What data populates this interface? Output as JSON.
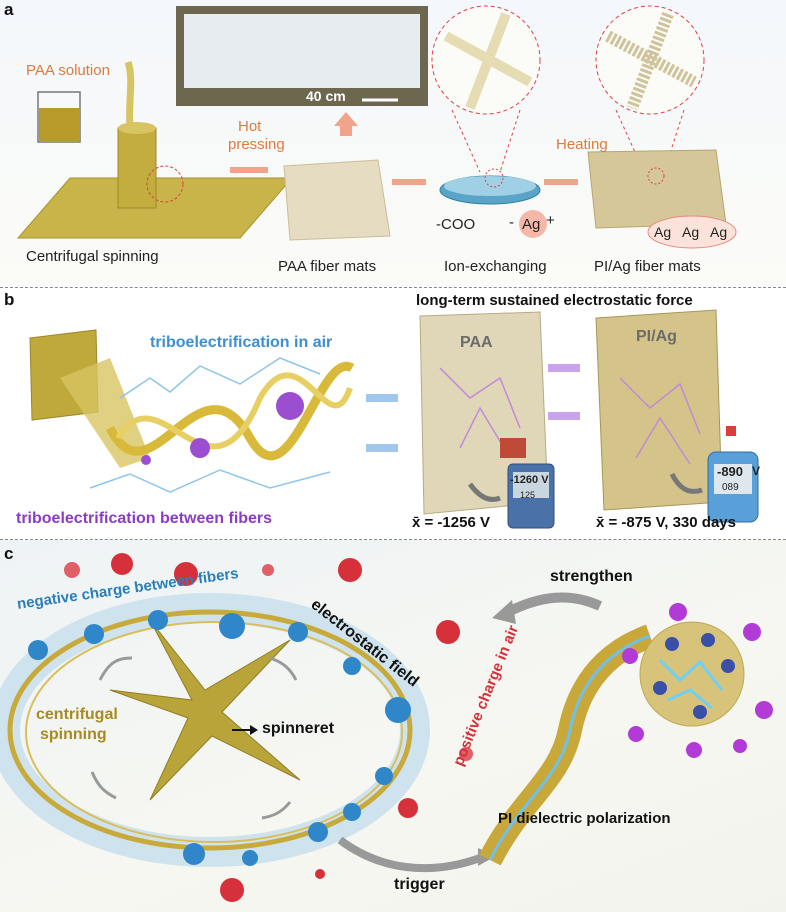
{
  "panel_a": {
    "label": "a",
    "paa_solution": "PAA solution",
    "centrifugal_spinning": "Centrifugal spinning",
    "scale_bar": "40 cm",
    "hot_pressing_1": "Hot",
    "hot_pressing_2": "pressing",
    "paa_fiber_mats": "PAA fiber mats",
    "coo": "-COO",
    "minus": "-",
    "ag_plus": "Ag",
    "plus": "+",
    "ion_exchanging": "Ion-exchanging",
    "heating": "Heating",
    "ag_1": "Ag",
    "ag_2": "Ag",
    "ag_3": "Ag",
    "pi_ag_fiber_mats": "PI/Ag fiber mats"
  },
  "panel_b": {
    "label": "b",
    "title": "long-term sustained electrostatic force",
    "tribo_air": "triboelectrification in air",
    "tribo_fibers": "triboelectrification between fibers",
    "mat_paa": "PAA",
    "mat_piag": "PI/Ag",
    "meter_paa": "-1260 V",
    "meter_paa_digits": "125",
    "meter_piag": "-890",
    "meter_piag_unit": "V",
    "meter_piag_digits": "089",
    "stat_paa": "x̄ = -1256 V",
    "stat_piag": "x̄ = -875 V, 330 days"
  },
  "panel_c": {
    "label": "c",
    "neg_charge": "negative charge between fibers",
    "electrostatic_field": "electrostatic field",
    "centrifugal_1": "centrifugal",
    "centrifugal_2": "spinning",
    "spinneret": "spinneret",
    "positive_charge": "positive charge in air",
    "strengthen": "strengthen",
    "pi_dielectric": "PI dielectric polarization",
    "trigger": "trigger"
  },
  "colors": {
    "gold": "#c9b44a",
    "orange_label": "#e07a3c",
    "blue_label": "#3c8fd0",
    "purple_label": "#8a3cc4",
    "red_charge": "#d6303a",
    "blue_charge": "#2f86c9",
    "purple_charge": "#b23ad6"
  }
}
